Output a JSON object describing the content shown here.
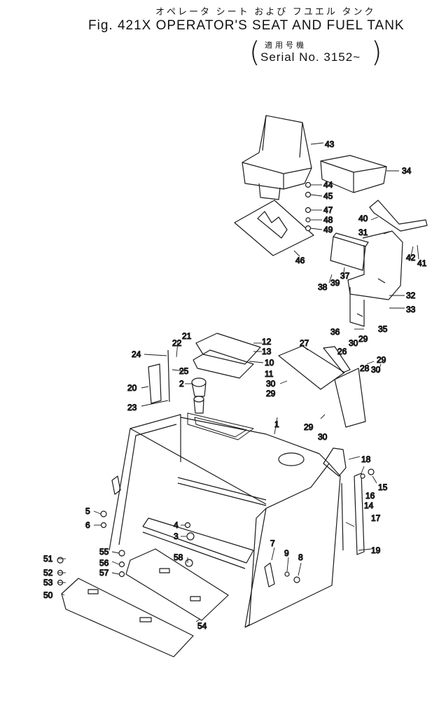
{
  "header": {
    "japanese_title": "オペレータ シート および フユエル タンク",
    "figure_title": "Fig. 421X  OPERATOR'S SEAT AND FUEL TANK",
    "applicable_jp": "適用号機",
    "serial": "Serial  No. 3152~"
  },
  "callouts": [
    "1",
    "2",
    "3",
    "4",
    "5",
    "6",
    "7",
    "8",
    "9",
    "10",
    "11",
    "12",
    "13",
    "14",
    "15",
    "16",
    "17",
    "18",
    "19",
    "20",
    "21",
    "22",
    "23",
    "24",
    "25",
    "26",
    "27",
    "28",
    "29",
    "30",
    "31",
    "32",
    "33",
    "34",
    "35",
    "36",
    "37",
    "38",
    "39",
    "40",
    "41",
    "42",
    "43",
    "44",
    "45",
    "46",
    "47",
    "48",
    "49",
    "50",
    "51",
    "52",
    "53",
    "54",
    "55",
    "56",
    "57",
    "58",
    "7",
    "29",
    "30",
    "29",
    "30",
    "29",
    "30"
  ]
}
